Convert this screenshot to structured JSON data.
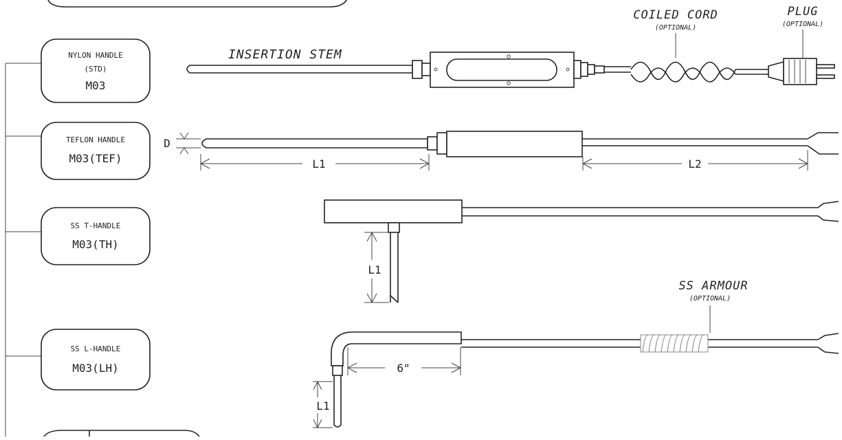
{
  "options": [
    {
      "title": "NYLON HANDLE",
      "sub": "(STD)",
      "code": "M03"
    },
    {
      "title": "TEFLON HANDLE",
      "code": "M03(TEF)"
    },
    {
      "title": "SS T-HANDLE",
      "code": "M03(TH)"
    },
    {
      "title": "SS L-HANDLE",
      "code": "M03(LH)"
    }
  ],
  "labels": {
    "insertion_stem": "INSERTION STEM",
    "coiled_cord": "COILED CORD",
    "coiled_cord_note": "(OPTIONAL)",
    "plug": "PLUG",
    "plug_note": "(OPTIONAL)",
    "ss_armour": "SS ARMOUR",
    "ss_armour_note": "(OPTIONAL)"
  },
  "dimensions": {
    "diameter": "D",
    "l1": "L1",
    "l2": "L2",
    "six_inch": "6\""
  }
}
